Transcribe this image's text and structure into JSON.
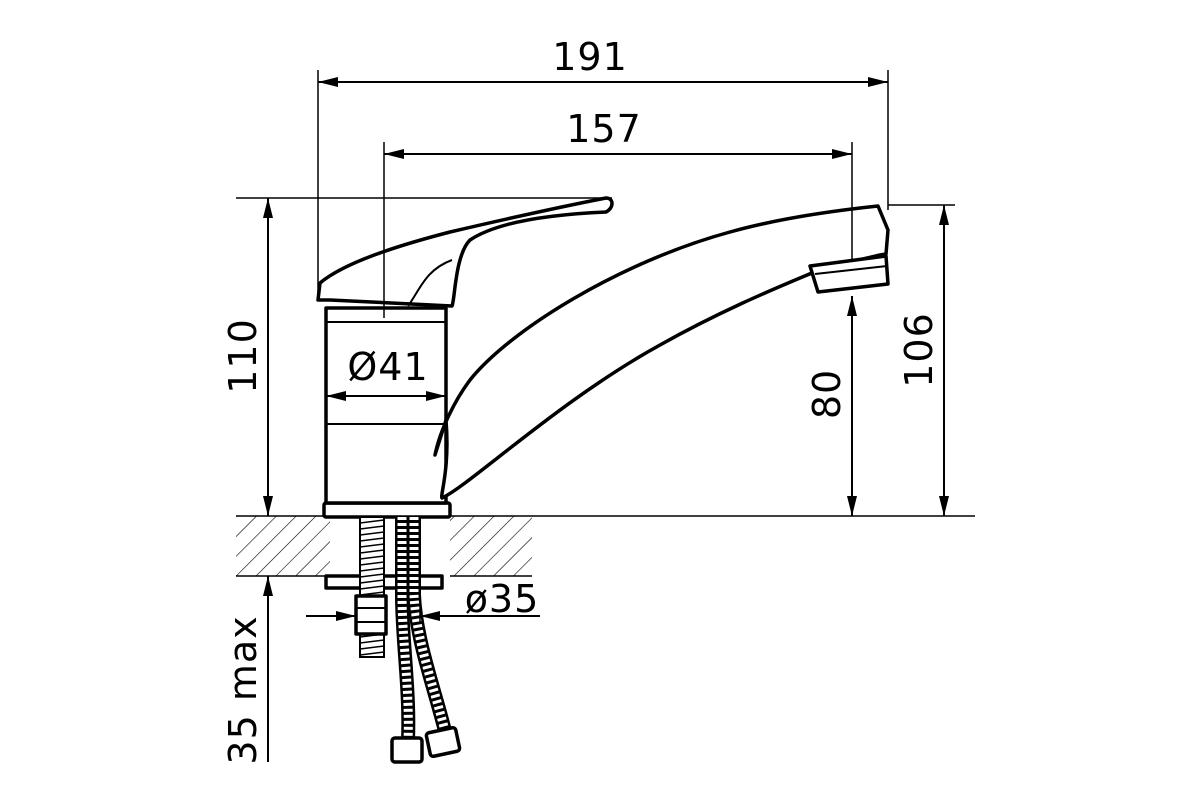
{
  "dimensions": {
    "overall_length": "191",
    "spout_reach": "157",
    "total_height": "110",
    "body_diameter": "Ø41",
    "spout_height": "80",
    "spout_top_height": "106",
    "mount_hole": "ø35",
    "max_deck_thickness": "35 max"
  },
  "colors": {
    "line": "#000000",
    "background": "#ffffff"
  }
}
